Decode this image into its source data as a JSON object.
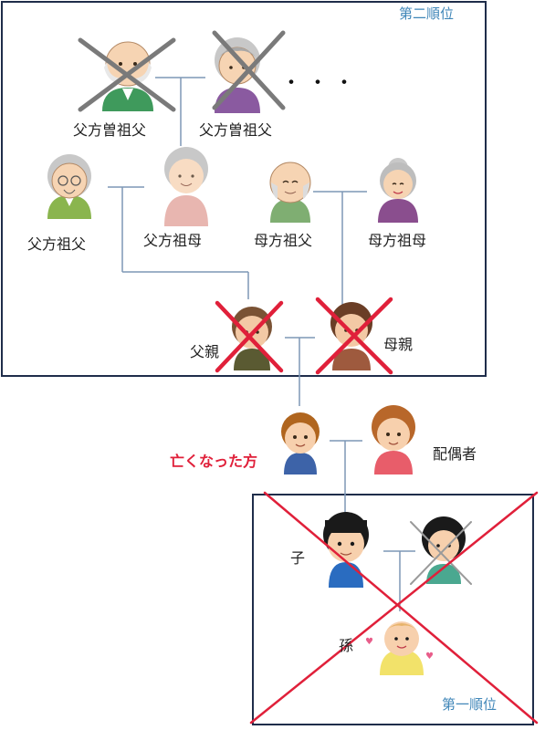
{
  "section_second": {
    "label": "第二順位"
  },
  "section_first": {
    "label": "第一順位"
  },
  "people": {
    "paternal_great_grandfather_1": {
      "label": "父方曽祖父",
      "crossed": true,
      "cross_color": "#7a7a7a"
    },
    "paternal_great_grandfather_2": {
      "label": "父方曽祖父",
      "crossed": true,
      "cross_color": "#7a7a7a"
    },
    "ellipsis": "・ ・ ・",
    "paternal_grandfather": {
      "label": "父方祖父"
    },
    "paternal_grandmother": {
      "label": "父方祖母"
    },
    "maternal_grandfather": {
      "label": "母方祖父"
    },
    "maternal_grandmother": {
      "label": "母方祖母"
    },
    "father": {
      "label": "父親",
      "crossed": true,
      "cross_color": "#e0203a"
    },
    "mother": {
      "label": "母親",
      "crossed": true,
      "cross_color": "#e0203a"
    },
    "deceased": {
      "label": "亡くなった方",
      "color": "#e0203a"
    },
    "spouse": {
      "label": "配偶者"
    },
    "child": {
      "label": "子"
    },
    "child_spouse": {
      "crossed": true,
      "cross_color": "#9a9a9a"
    },
    "grandchild": {
      "label": "孫"
    }
  },
  "colors": {
    "box_border": "#1f2d4a",
    "rank_text": "#3f86b8",
    "connector": "#7d97b6",
    "big_cross": "#e0203a"
  }
}
